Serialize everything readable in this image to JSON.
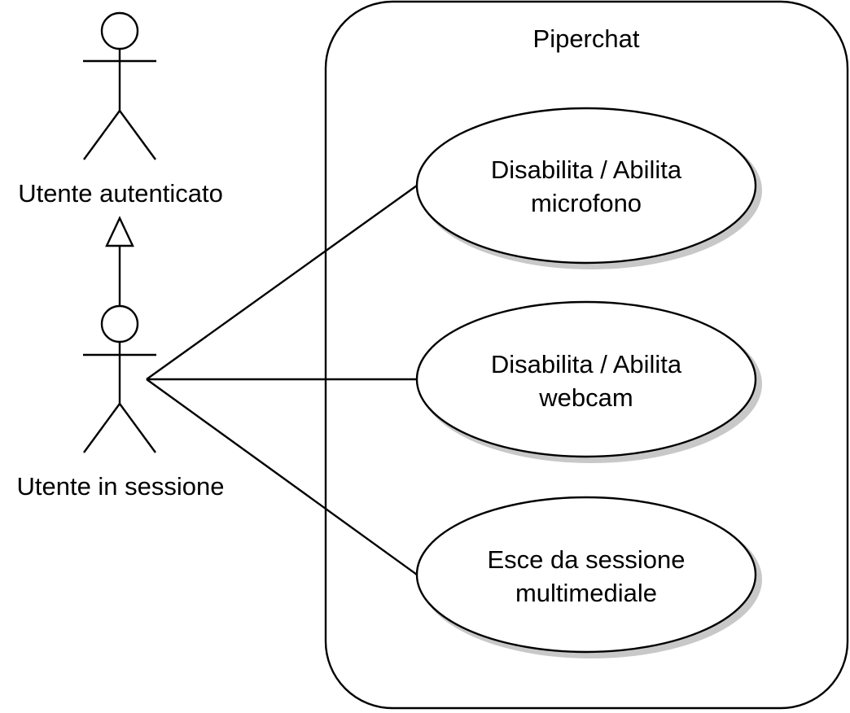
{
  "system": {
    "title": "Piperchat"
  },
  "actors": [
    {
      "id": "authenticated-user",
      "label": "Utente autenticato"
    },
    {
      "id": "session-user",
      "label": "Utente in sessione"
    }
  ],
  "use_cases": [
    {
      "id": "toggle-microphone",
      "line1": "Disabilita / Abilita",
      "line2": "microfono"
    },
    {
      "id": "toggle-webcam",
      "line1": "Disabilita / Abilita",
      "line2": "webcam"
    },
    {
      "id": "leave-session",
      "line1": "Esce da sessione",
      "line2": "multimediale"
    }
  ],
  "colors": {
    "stroke": "#000000",
    "background": "#ffffff",
    "shadow": "#c8c8c8"
  }
}
